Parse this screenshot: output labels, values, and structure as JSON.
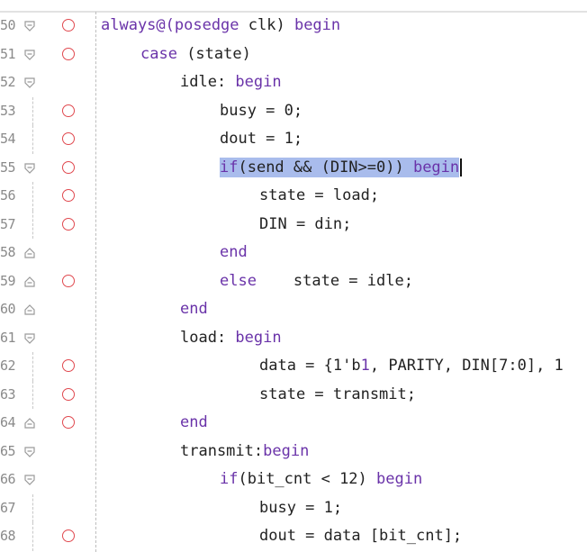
{
  "editor": {
    "lines": [
      {
        "num": "50",
        "fold": "open",
        "bp": true,
        "indent": 0,
        "parts": [
          {
            "t": "always@(posedge",
            "k": true
          },
          {
            "t": " clk) "
          },
          {
            "t": "begin",
            "k": true
          }
        ]
      },
      {
        "num": "51",
        "fold": "open",
        "bp": true,
        "indent": 1,
        "parts": [
          {
            "t": "case",
            "k": true
          },
          {
            "t": " (state)"
          }
        ]
      },
      {
        "num": "52",
        "fold": "open",
        "bp": false,
        "indent": 2,
        "parts": [
          {
            "t": "idle: "
          },
          {
            "t": "begin",
            "k": true
          }
        ]
      },
      {
        "num": "53",
        "fold": "none",
        "bp": true,
        "indent": 3,
        "parts": [
          {
            "t": "busy = 0;"
          }
        ]
      },
      {
        "num": "54",
        "fold": "none",
        "bp": true,
        "indent": 3,
        "parts": [
          {
            "t": "dout = 1;"
          }
        ]
      },
      {
        "num": "55",
        "fold": "open",
        "bp": true,
        "indent": 3,
        "selected": true,
        "parts": [
          {
            "t": "if",
            "k": true
          },
          {
            "t": "(send && (DIN>=0)) "
          },
          {
            "t": "begin",
            "k": true
          }
        ]
      },
      {
        "num": "56",
        "fold": "none",
        "bp": true,
        "indent": 4,
        "parts": [
          {
            "t": "state = load;"
          }
        ]
      },
      {
        "num": "57",
        "fold": "none",
        "bp": true,
        "indent": 4,
        "parts": [
          {
            "t": "DIN = din;"
          }
        ]
      },
      {
        "num": "58",
        "fold": "close",
        "bp": false,
        "indent": 3,
        "parts": [
          {
            "t": "end",
            "k": true
          }
        ]
      },
      {
        "num": "59",
        "fold": "close",
        "bp": true,
        "indent": 3,
        "parts": [
          {
            "t": "else",
            "k": true
          },
          {
            "t": "    state = idle;"
          }
        ]
      },
      {
        "num": "60",
        "fold": "close",
        "bp": false,
        "indent": 2,
        "parts": [
          {
            "t": "end",
            "k": true
          }
        ]
      },
      {
        "num": "61",
        "fold": "open",
        "bp": false,
        "indent": 2,
        "parts": [
          {
            "t": "load: "
          },
          {
            "t": "begin",
            "k": true
          }
        ]
      },
      {
        "num": "62",
        "fold": "none",
        "bp": true,
        "indent": 4,
        "parts": [
          {
            "t": "data = {1'b"
          },
          {
            "t": "1",
            "k": true
          },
          {
            "t": ", PARITY, DIN[7:0], 1"
          }
        ]
      },
      {
        "num": "63",
        "fold": "none",
        "bp": true,
        "indent": 4,
        "parts": [
          {
            "t": "state = transmit;"
          }
        ]
      },
      {
        "num": "64",
        "fold": "close",
        "bp": true,
        "indent": 2,
        "parts": [
          {
            "t": "end",
            "k": true
          }
        ]
      },
      {
        "num": "65",
        "fold": "open",
        "bp": false,
        "indent": 2,
        "parts": [
          {
            "t": "transmit:"
          },
          {
            "t": "begin",
            "k": true
          }
        ]
      },
      {
        "num": "66",
        "fold": "open",
        "bp": false,
        "indent": 3,
        "parts": [
          {
            "t": "if",
            "k": true
          },
          {
            "t": "(bit_cnt < 12) "
          },
          {
            "t": "begin",
            "k": true
          }
        ]
      },
      {
        "num": "67",
        "fold": "none",
        "bp": false,
        "indent": 4,
        "parts": [
          {
            "t": "busy = 1;"
          }
        ]
      },
      {
        "num": "68",
        "fold": "none",
        "bp": true,
        "indent": 4,
        "parts": [
          {
            "t": "dout = data [bit_cnt];"
          }
        ]
      }
    ]
  },
  "colors": {
    "keyword": "#6a33a9",
    "breakpoint": "#e0494f",
    "selection": "#a9bcec"
  }
}
